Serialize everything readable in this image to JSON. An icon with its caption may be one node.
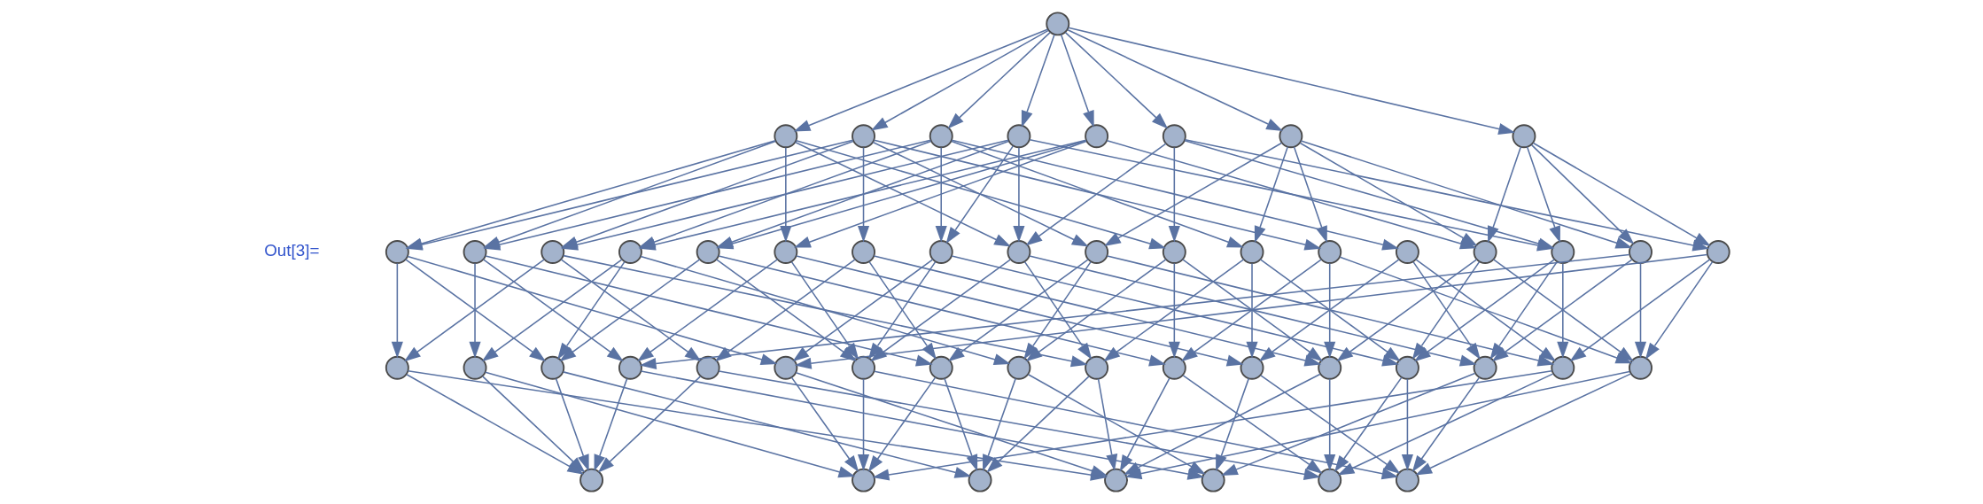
{
  "diagram": {
    "nodes": [
      {
        "text": [],
        "shape": "circle"
      },
      {
        "text": [],
        "shape": "circle"
      },
      {
        "text": [],
        "shape": "circle"
      },
      {
        "text": [],
        "shape": "circle"
      },
      {
        "text": [],
        "shape": "circle"
      },
      {
        "text": [],
        "shape": "circle"
      },
      {
        "text": [],
        "shape": "circle"
      },
      {
        "text": [],
        "shape": "circle"
      },
      {
        "text": [],
        "shape": "circle"
      },
      {
        "text": [],
        "shape": "circle"
      },
      {
        "text": [],
        "shape": "circle"
      },
      {
        "text": [],
        "shape": "circle"
      },
      {
        "text": [],
        "shape": "circle"
      },
      {
        "text": [],
        "shape": "circle"
      },
      {
        "text": [],
        "shape": "circle"
      },
      {
        "text": [],
        "shape": "circle"
      },
      {
        "text": [],
        "shape": "circle"
      },
      {
        "text": [],
        "shape": "circle"
      },
      {
        "text": [],
        "shape": "circle"
      },
      {
        "text": [],
        "shape": "circle"
      },
      {
        "text": [],
        "shape": "circle"
      },
      {
        "text": [],
        "shape": "circle"
      },
      {
        "text": [],
        "shape": "circle"
      },
      {
        "text": [],
        "shape": "circle"
      },
      {
        "text": [],
        "shape": "circle"
      },
      {
        "text": [],
        "shape": "circle"
      },
      {
        "text": [],
        "shape": "circle"
      },
      {
        "text": [],
        "shape": "circle"
      },
      {
        "text": [],
        "shape": "circle"
      },
      {
        "text": [],
        "shape": "circle"
      },
      {
        "text": [],
        "shape": "circle"
      },
      {
        "text": [],
        "shape": "circle"
      },
      {
        "text": [],
        "shape": "circle"
      },
      {
        "text": [],
        "shape": "circle"
      },
      {
        "text": [],
        "shape": "circle"
      },
      {
        "text": [],
        "shape": "circle"
      },
      {
        "text": [],
        "shape": "circle"
      },
      {
        "text": [],
        "shape": "circle"
      },
      {
        "text": [],
        "shape": "circle"
      },
      {
        "text": [],
        "shape": "circle"
      },
      {
        "text": [],
        "shape": "circle"
      },
      {
        "text": [],
        "shape": "circle"
      },
      {
        "text": [],
        "shape": "circle"
      },
      {
        "text": [],
        "shape": "circle"
      },
      {
        "text": [],
        "shape": "circle"
      },
      {
        "text": [],
        "shape": "circle"
      },
      {
        "text": [],
        "shape": "circle"
      },
      {
        "text": [],
        "shape": "circle"
      },
      {
        "text": [],
        "shape": "circle"
      },
      {
        "text": [],
        "shape": "circle"
      },
      {
        "text": [],
        "shape": "circle"
      }
    ],
    "edges": [
      {
        "from": 0,
        "to": 1,
        "arrow": "to"
      },
      {
        "from": 0,
        "to": 2,
        "arrow": "to"
      },
      {
        "from": 0,
        "to": 3,
        "arrow": "to"
      },
      {
        "from": 0,
        "to": 4,
        "arrow": "to"
      },
      {
        "from": 0,
        "to": 5,
        "arrow": "to"
      },
      {
        "from": 0,
        "to": 6,
        "arrow": "to"
      },
      {
        "from": 0,
        "to": 7,
        "arrow": "to"
      },
      {
        "from": 0,
        "to": 8,
        "arrow": "to"
      },
      {
        "from": 1,
        "to": 9,
        "arrow": "to"
      },
      {
        "from": 1,
        "to": 10,
        "arrow": "to"
      },
      {
        "from": 1,
        "to": 14,
        "arrow": "to"
      },
      {
        "from": 1,
        "to": 17,
        "arrow": "to"
      },
      {
        "from": 1,
        "to": 19,
        "arrow": "to"
      },
      {
        "from": 2,
        "to": 9,
        "arrow": "to"
      },
      {
        "from": 2,
        "to": 11,
        "arrow": "to"
      },
      {
        "from": 2,
        "to": 15,
        "arrow": "to"
      },
      {
        "from": 2,
        "to": 18,
        "arrow": "to"
      },
      {
        "from": 2,
        "to": 21,
        "arrow": "to"
      },
      {
        "from": 3,
        "to": 10,
        "arrow": "to"
      },
      {
        "from": 3,
        "to": 12,
        "arrow": "to"
      },
      {
        "from": 3,
        "to": 16,
        "arrow": "to"
      },
      {
        "from": 3,
        "to": 20,
        "arrow": "to"
      },
      {
        "from": 3,
        "to": 22,
        "arrow": "to"
      },
      {
        "from": 4,
        "to": 11,
        "arrow": "to"
      },
      {
        "from": 4,
        "to": 13,
        "arrow": "to"
      },
      {
        "from": 4,
        "to": 16,
        "arrow": "to"
      },
      {
        "from": 4,
        "to": 17,
        "arrow": "to"
      },
      {
        "from": 4,
        "to": 24,
        "arrow": "to"
      },
      {
        "from": 5,
        "to": 12,
        "arrow": "to"
      },
      {
        "from": 5,
        "to": 13,
        "arrow": "to"
      },
      {
        "from": 5,
        "to": 14,
        "arrow": "to"
      },
      {
        "from": 5,
        "to": 23,
        "arrow": "to"
      },
      {
        "from": 6,
        "to": 17,
        "arrow": "to"
      },
      {
        "from": 6,
        "to": 19,
        "arrow": "to"
      },
      {
        "from": 6,
        "to": 24,
        "arrow": "to"
      },
      {
        "from": 6,
        "to": 26,
        "arrow": "to"
      },
      {
        "from": 7,
        "to": 18,
        "arrow": "to"
      },
      {
        "from": 7,
        "to": 20,
        "arrow": "to"
      },
      {
        "from": 7,
        "to": 21,
        "arrow": "to"
      },
      {
        "from": 7,
        "to": 23,
        "arrow": "to"
      },
      {
        "from": 7,
        "to": 25,
        "arrow": "to"
      },
      {
        "from": 8,
        "to": 23,
        "arrow": "to"
      },
      {
        "from": 8,
        "to": 24,
        "arrow": "to"
      },
      {
        "from": 8,
        "to": 25,
        "arrow": "to"
      },
      {
        "from": 8,
        "to": 26,
        "arrow": "to"
      },
      {
        "from": 9,
        "to": 27,
        "arrow": "to"
      },
      {
        "from": 9,
        "to": 29,
        "arrow": "to"
      },
      {
        "from": 9,
        "to": 32,
        "arrow": "to"
      },
      {
        "from": 10,
        "to": 28,
        "arrow": "to"
      },
      {
        "from": 10,
        "to": 30,
        "arrow": "to"
      },
      {
        "from": 10,
        "to": 34,
        "arrow": "to"
      },
      {
        "from": 11,
        "to": 27,
        "arrow": "to"
      },
      {
        "from": 11,
        "to": 31,
        "arrow": "to"
      },
      {
        "from": 11,
        "to": 36,
        "arrow": "to"
      },
      {
        "from": 12,
        "to": 28,
        "arrow": "to"
      },
      {
        "from": 12,
        "to": 29,
        "arrow": "to"
      },
      {
        "from": 12,
        "to": 35,
        "arrow": "to"
      },
      {
        "from": 13,
        "to": 29,
        "arrow": "to"
      },
      {
        "from": 13,
        "to": 33,
        "arrow": "to"
      },
      {
        "from": 13,
        "to": 37,
        "arrow": "to"
      },
      {
        "from": 14,
        "to": 30,
        "arrow": "to"
      },
      {
        "from": 14,
        "to": 33,
        "arrow": "to"
      },
      {
        "from": 14,
        "to": 38,
        "arrow": "to"
      },
      {
        "from": 15,
        "to": 31,
        "arrow": "to"
      },
      {
        "from": 15,
        "to": 34,
        "arrow": "to"
      },
      {
        "from": 15,
        "to": 39,
        "arrow": "to"
      },
      {
        "from": 16,
        "to": 32,
        "arrow": "to"
      },
      {
        "from": 16,
        "to": 33,
        "arrow": "to"
      },
      {
        "from": 16,
        "to": 40,
        "arrow": "to"
      },
      {
        "from": 17,
        "to": 33,
        "arrow": "to"
      },
      {
        "from": 17,
        "to": 36,
        "arrow": "to"
      },
      {
        "from": 17,
        "to": 41,
        "arrow": "to"
      },
      {
        "from": 18,
        "to": 34,
        "arrow": "to"
      },
      {
        "from": 18,
        "to": 35,
        "arrow": "to"
      },
      {
        "from": 18,
        "to": 42,
        "arrow": "to"
      },
      {
        "from": 19,
        "to": 35,
        "arrow": "to"
      },
      {
        "from": 19,
        "to": 37,
        "arrow": "to"
      },
      {
        "from": 19,
        "to": 39,
        "arrow": "to"
      },
      {
        "from": 20,
        "to": 36,
        "arrow": "to"
      },
      {
        "from": 20,
        "to": 38,
        "arrow": "to"
      },
      {
        "from": 20,
        "to": 40,
        "arrow": "to"
      },
      {
        "from": 21,
        "to": 37,
        "arrow": "to"
      },
      {
        "from": 21,
        "to": 39,
        "arrow": "to"
      },
      {
        "from": 21,
        "to": 43,
        "arrow": "to"
      },
      {
        "from": 22,
        "to": 38,
        "arrow": "to"
      },
      {
        "from": 22,
        "to": 41,
        "arrow": "to"
      },
      {
        "from": 22,
        "to": 42,
        "arrow": "to"
      },
      {
        "from": 23,
        "to": 39,
        "arrow": "to"
      },
      {
        "from": 23,
        "to": 40,
        "arrow": "to"
      },
      {
        "from": 23,
        "to": 43,
        "arrow": "to"
      },
      {
        "from": 24,
        "to": 40,
        "arrow": "to"
      },
      {
        "from": 24,
        "to": 41,
        "arrow": "to"
      },
      {
        "from": 24,
        "to": 42,
        "arrow": "to"
      },
      {
        "from": 25,
        "to": 30,
        "arrow": "to"
      },
      {
        "from": 25,
        "to": 41,
        "arrow": "to"
      },
      {
        "from": 25,
        "to": 43,
        "arrow": "to"
      },
      {
        "from": 26,
        "to": 32,
        "arrow": "to"
      },
      {
        "from": 26,
        "to": 42,
        "arrow": "to"
      },
      {
        "from": 26,
        "to": 43,
        "arrow": "to"
      },
      {
        "from": 27,
        "to": 44,
        "arrow": "to"
      },
      {
        "from": 27,
        "to": 47,
        "arrow": "to"
      },
      {
        "from": 28,
        "to": 44,
        "arrow": "to"
      },
      {
        "from": 28,
        "to": 45,
        "arrow": "to"
      },
      {
        "from": 29,
        "to": 44,
        "arrow": "to"
      },
      {
        "from": 29,
        "to": 46,
        "arrow": "to"
      },
      {
        "from": 30,
        "to": 44,
        "arrow": "to"
      },
      {
        "from": 30,
        "to": 48,
        "arrow": "to"
      },
      {
        "from": 31,
        "to": 44,
        "arrow": "to"
      },
      {
        "from": 31,
        "to": 49,
        "arrow": "to"
      },
      {
        "from": 32,
        "to": 45,
        "arrow": "to"
      },
      {
        "from": 32,
        "to": 47,
        "arrow": "to"
      },
      {
        "from": 33,
        "to": 45,
        "arrow": "to"
      },
      {
        "from": 33,
        "to": 50,
        "arrow": "to"
      },
      {
        "from": 34,
        "to": 45,
        "arrow": "to"
      },
      {
        "from": 34,
        "to": 46,
        "arrow": "to"
      },
      {
        "from": 35,
        "to": 46,
        "arrow": "to"
      },
      {
        "from": 35,
        "to": 48,
        "arrow": "to"
      },
      {
        "from": 36,
        "to": 46,
        "arrow": "to"
      },
      {
        "from": 36,
        "to": 47,
        "arrow": "to"
      },
      {
        "from": 37,
        "to": 47,
        "arrow": "to"
      },
      {
        "from": 37,
        "to": 49,
        "arrow": "to"
      },
      {
        "from": 38,
        "to": 48,
        "arrow": "to"
      },
      {
        "from": 38,
        "to": 50,
        "arrow": "to"
      },
      {
        "from": 39,
        "to": 49,
        "arrow": "to"
      },
      {
        "from": 39,
        "to": 47,
        "arrow": "to"
      },
      {
        "from": 40,
        "to": 49,
        "arrow": "to"
      },
      {
        "from": 40,
        "to": 50,
        "arrow": "to"
      },
      {
        "from": 41,
        "to": 48,
        "arrow": "to"
      },
      {
        "from": 41,
        "to": 50,
        "arrow": "to"
      },
      {
        "from": 42,
        "to": 49,
        "arrow": "to"
      },
      {
        "from": 42,
        "to": 45,
        "arrow": "to"
      },
      {
        "from": 43,
        "to": 50,
        "arrow": "to"
      },
      {
        "from": 43,
        "to": 47,
        "arrow": "to"
      }
    ],
    "labels": [
      "Out[3]="
    ]
  }
}
